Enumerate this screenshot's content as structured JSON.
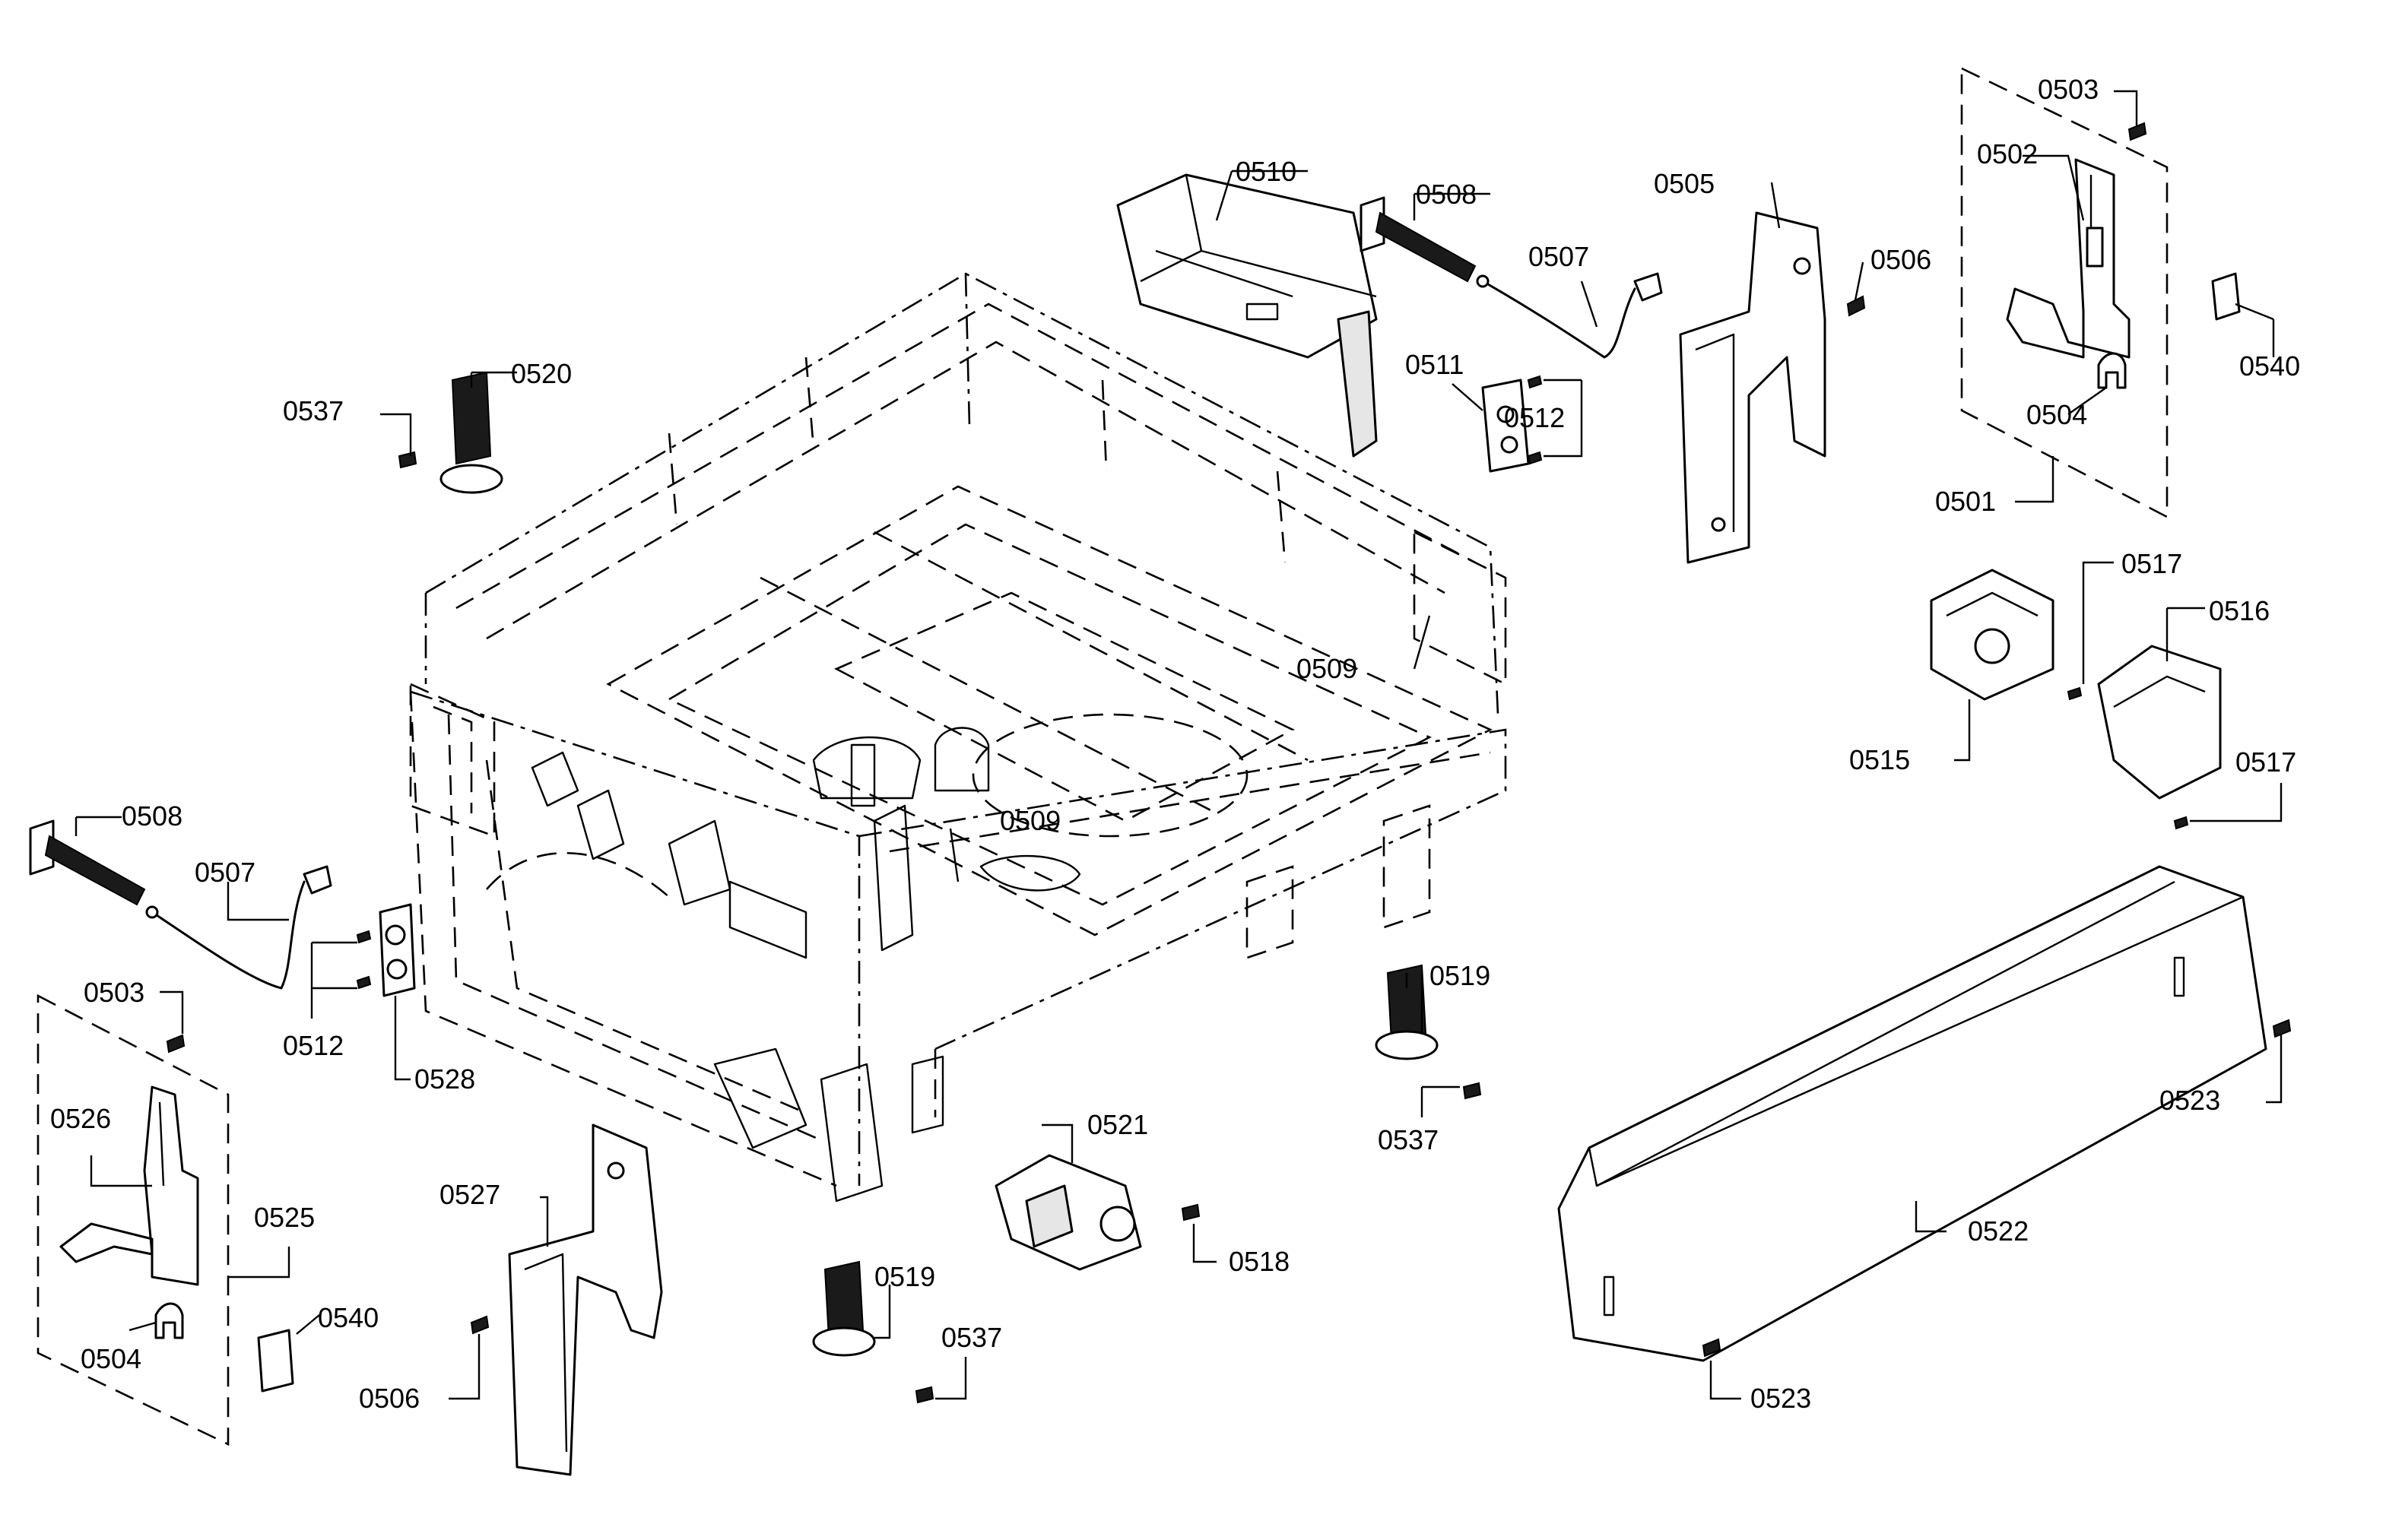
{
  "labels": {
    "p0501": "0501",
    "p0502": "0502",
    "p0503a": "0503",
    "p0503b": "0503",
    "p0504a": "0504",
    "p0504b": "0504",
    "p0505": "0505",
    "p0506a": "0506",
    "p0506b": "0506",
    "p0507a": "0507",
    "p0507b": "0507",
    "p0508a": "0508",
    "p0508b": "0508",
    "p0509a": "0509",
    "p0509b": "0509",
    "p0510": "0510",
    "p0511": "0511",
    "p0512a": "0512",
    "p0512b": "0512",
    "p0515": "0515",
    "p0516": "0516",
    "p0517a": "0517",
    "p0517b": "0517",
    "p0518": "0518",
    "p0519a": "0519",
    "p0519b": "0519",
    "p0520": "0520",
    "p0521": "0521",
    "p0522": "0522",
    "p0523a": "0523",
    "p0523b": "0523",
    "p0525": "0525",
    "p0526": "0526",
    "p0527": "0527",
    "p0528": "0528",
    "p0537a": "0537",
    "p0537b": "0537",
    "p0537c": "0537",
    "p0540a": "0540",
    "p0540b": "0540"
  }
}
